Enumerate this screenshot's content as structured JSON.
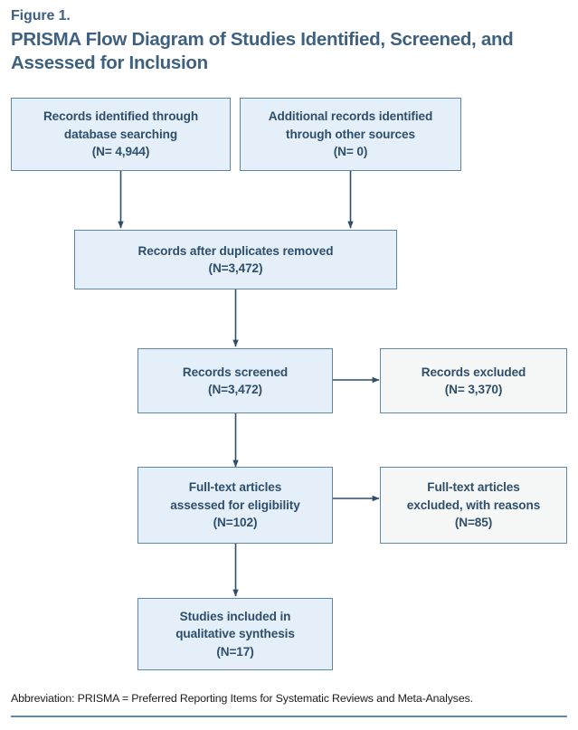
{
  "figure": {
    "label": "Figure 1.",
    "title": "PRISMA Flow Diagram of Studies Identified, Screened, and Assessed for Inclusion",
    "footnote": "Abbreviation: PRISMA = Preferred Reporting Items for Systematic Reviews and Meta-Analyses."
  },
  "colors": {
    "accent": "#3f6180",
    "box_border": "#5f87a6",
    "box_fill_blue": "#e5effa",
    "box_fill_gray": "#f6f7f7",
    "box_text": "#2e4f6b",
    "arrow": "#2e4f6b",
    "rule": "#5f87a6",
    "footnote_text": "#1c1c1c"
  },
  "chart_data": {
    "type": "diagram",
    "title": "PRISMA Flow Diagram of Studies Identified, Screened, and Assessed for Inclusion",
    "nodes": [
      {
        "id": "identified_db",
        "label": "Records identified through\ndatabase searching\n(N= 4,944)",
        "n": 4944,
        "fill": "blue",
        "stage": "identification"
      },
      {
        "id": "identified_other",
        "label": "Additional records identified\nthrough other sources\n(N= 0)",
        "n": 0,
        "fill": "blue",
        "stage": "identification"
      },
      {
        "id": "dedup",
        "label": "Records after duplicates removed\n(N=3,472)",
        "n": 3472,
        "fill": "blue",
        "stage": "screening"
      },
      {
        "id": "screened",
        "label": "Records screened\n(N=3,472)",
        "n": 3472,
        "fill": "blue",
        "stage": "screening"
      },
      {
        "id": "excluded",
        "label": "Records excluded\n(N= 3,370)",
        "n": 3370,
        "fill": "gray",
        "stage": "screening"
      },
      {
        "id": "fulltext",
        "label": "Full-text articles\nassessed for eligibility\n(N=102)",
        "n": 102,
        "fill": "blue",
        "stage": "eligibility"
      },
      {
        "id": "fulltext_excl",
        "label": "Full-text articles\nexcluded, with reasons\n(N=85)",
        "n": 85,
        "fill": "gray",
        "stage": "eligibility"
      },
      {
        "id": "included",
        "label": "Studies included in\nqualitative synthesis\n(N=17)",
        "n": 17,
        "fill": "blue",
        "stage": "included"
      }
    ],
    "edges": [
      {
        "from": "identified_db",
        "to": "dedup",
        "direction": "down"
      },
      {
        "from": "identified_other",
        "to": "dedup",
        "direction": "down"
      },
      {
        "from": "dedup",
        "to": "screened",
        "direction": "down"
      },
      {
        "from": "screened",
        "to": "excluded",
        "direction": "right"
      },
      {
        "from": "screened",
        "to": "fulltext",
        "direction": "down"
      },
      {
        "from": "fulltext",
        "to": "fulltext_excl",
        "direction": "right"
      },
      {
        "from": "fulltext",
        "to": "included",
        "direction": "down"
      }
    ]
  }
}
